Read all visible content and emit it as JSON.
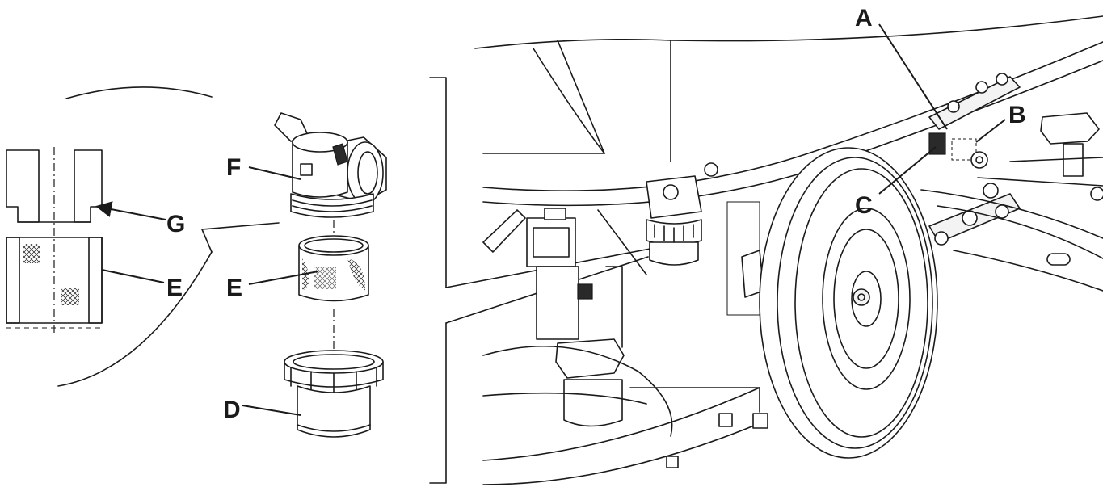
{
  "callouts": {
    "A": "A",
    "B": "B",
    "C": "C",
    "D": "D",
    "E_detail": "E",
    "E_exploded": "E",
    "F": "F",
    "G": "G"
  }
}
